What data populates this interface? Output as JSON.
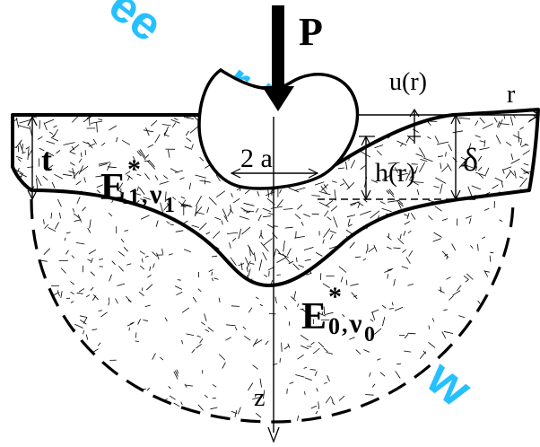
{
  "watermark": {
    "segments": [
      "ee",
      "r R",
      "w"
    ],
    "color": "#00b6ff"
  },
  "labels": {
    "force": "P",
    "radius_axis": "r",
    "depth_axis": "z",
    "surface_disp": "u(r)",
    "contact": "2 a",
    "gap": "h(r)",
    "indent": "δ",
    "thickness": "t",
    "layer_E": "E",
    "layer_E_sub": "1",
    "layer_nu": "ν",
    "layer_nu_sub": "1",
    "sub_E": "E",
    "sub_E_sub": "0",
    "sub_nu": "ν",
    "sub_nu_sub": "0",
    "star": "*",
    "comma": ","
  },
  "colors": {
    "ink": "#000000",
    "watermark": "#00b6ff"
  }
}
